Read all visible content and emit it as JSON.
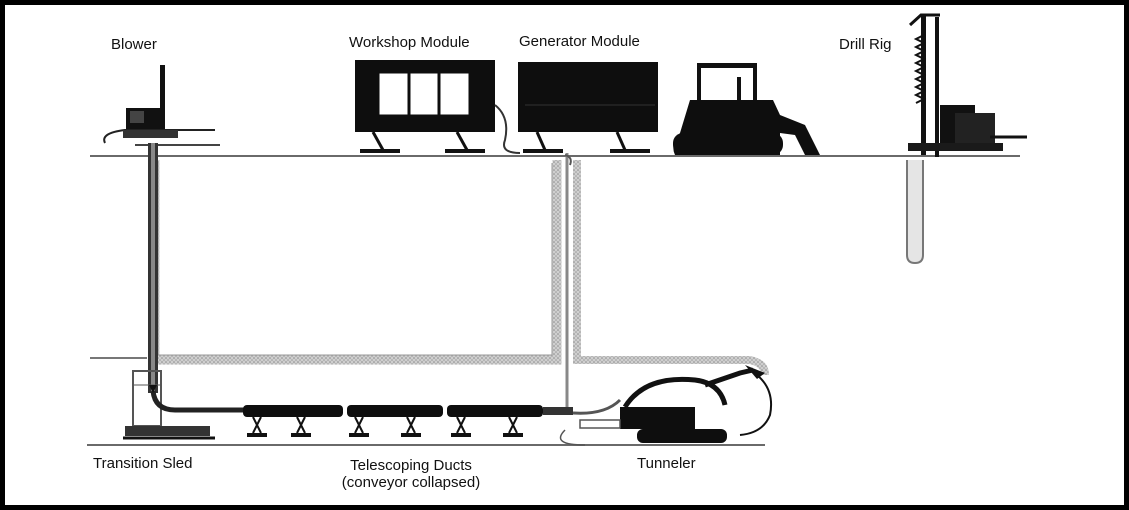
{
  "labels": {
    "blower": "Blower",
    "workshop_module": "Workshop Module",
    "generator_module": "Generator Module",
    "drill_rig": "Drill Rig",
    "transition_sled": "Transition Sled",
    "telescoping_ducts": "Telescoping Ducts",
    "conveyor_collapsed": "(conveyor collapsed)",
    "tunneler": "Tunneler"
  },
  "colors": {
    "frame": "#000000",
    "ground_line": "#6a6a6a",
    "equipment": "#0c0c0c",
    "shading": "#b5b5b5"
  }
}
